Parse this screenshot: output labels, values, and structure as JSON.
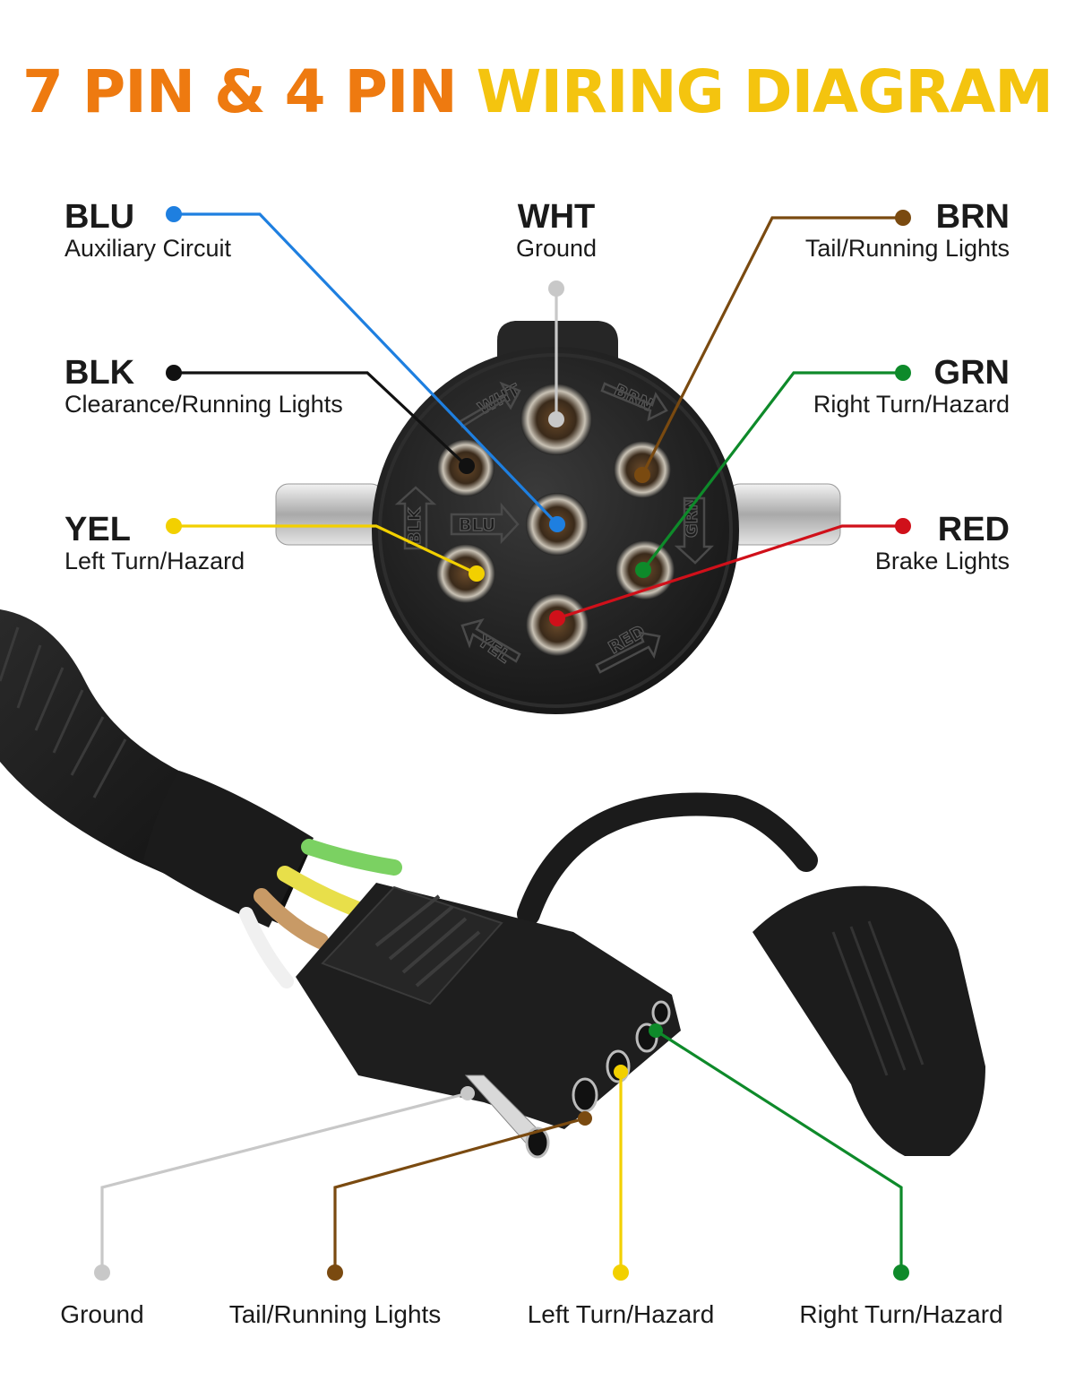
{
  "title": {
    "part1": "7 PIN & 4 PIN ",
    "part2": "WIRING DIAGRAM"
  },
  "colors": {
    "orange": "#ee7a10",
    "yellow": "#f4c40f",
    "blue": "#1e7fe0",
    "black": "#111111",
    "white": "#c8c8c8",
    "brown": "#7a4a10",
    "green": "#0e8a2a",
    "red": "#d0101a",
    "wire_yellow": "#f2d000"
  },
  "seven_pin": {
    "pins": [
      {
        "code": "BLU",
        "desc": "Auxiliary Circuit",
        "color": "#1e7fe0"
      },
      {
        "code": "WHT",
        "desc": "Ground",
        "color": "#c8c8c8"
      },
      {
        "code": "BRN",
        "desc": "Tail/Running Lights",
        "color": "#7a4a10"
      },
      {
        "code": "BLK",
        "desc": "Clearance/Running Lights",
        "color": "#111111"
      },
      {
        "code": "GRN",
        "desc": "Right Turn/Hazard",
        "color": "#0e8a2a"
      },
      {
        "code": "YEL",
        "desc": "Left Turn/Hazard",
        "color": "#f2d000"
      },
      {
        "code": "RED",
        "desc": "Brake Lights",
        "color": "#d0101a"
      }
    ],
    "face_labels": [
      "WHT",
      "BRN",
      "BLU",
      "BLK",
      "GRN",
      "YEL",
      "RED"
    ]
  },
  "four_pin": {
    "labels": [
      "Ground",
      "Tail/Running Lights",
      "Left Turn/Hazard",
      "Right Turn/Hazard"
    ]
  }
}
